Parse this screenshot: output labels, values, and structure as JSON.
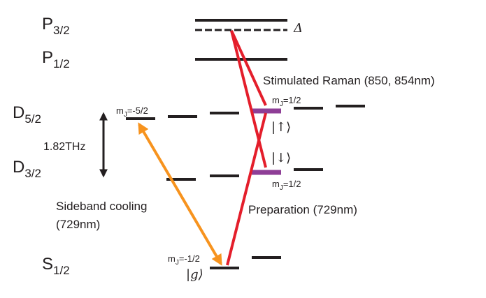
{
  "levels": {
    "p32": {
      "main": "P",
      "sub": "3/2"
    },
    "p12": {
      "main": "P",
      "sub": "1/2"
    },
    "d52": {
      "main": "D",
      "sub": "5/2"
    },
    "d32": {
      "main": "D",
      "sub": "3/2"
    },
    "s12": {
      "main": "S",
      "sub": "1/2"
    }
  },
  "detuning_symbol": "Δ",
  "splitting_label": "1.82THz",
  "labels": {
    "stimulated_raman": "Stimulated Raman (850, 854nm)",
    "preparation": "Preparation (729nm)",
    "sideband_line1": "Sideband cooling",
    "sideband_line2": "(729nm)"
  },
  "mj": {
    "m": "m",
    "sub": "J",
    "d52_left": "=-5/2",
    "up_state": "=1/2",
    "down_state": "=1/2",
    "ground": "=-1/2"
  },
  "kets": {
    "up": "|↑⟩",
    "down": "|↓⟩",
    "g": "|g⟩"
  },
  "colors": {
    "levels": "#231f20",
    "raman": "#e41e2b",
    "preparation": "#e41e2b",
    "sideband": "#f7931e",
    "qubit_levels": "#8e3e96"
  }
}
